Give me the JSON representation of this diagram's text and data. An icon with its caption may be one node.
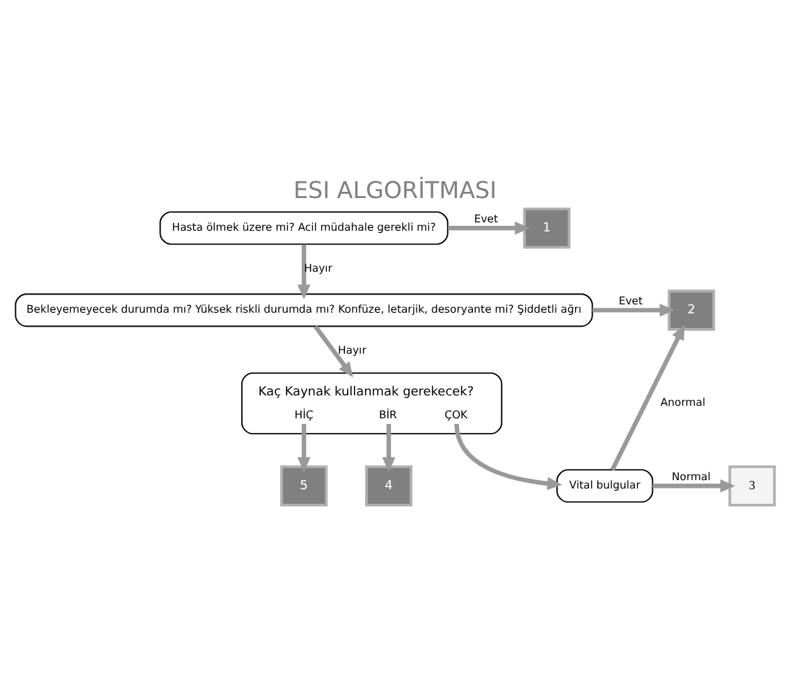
{
  "diagram": {
    "title": "ESI ALGORİTMASI",
    "nodes": [
      {
        "text": [
          "Hasta ölmek üzere mi? Acil müdahale gerekli mi?"
        ]
      },
      {
        "text": [
          "1"
        ]
      },
      {
        "text": [
          "Bekleyemeyecek durumda mı? Yüksek riskli durumda mı? Konfüze, letarjik, desoryante mi? Şiddetli ağrı"
        ]
      },
      {
        "text": [
          "2"
        ]
      },
      {
        "text": [
          "Kaç Kaynak kullanmak gerekecek?",
          "HİÇ",
          "BİR",
          "ÇOK"
        ]
      },
      {
        "text": [
          "5"
        ]
      },
      {
        "text": [
          "4"
        ]
      },
      {
        "text": [
          "Vital bulgular"
        ]
      },
      {
        "text": [
          "3"
        ]
      }
    ],
    "edges": [
      {
        "from": 0,
        "to": 1,
        "arrow": "to",
        "label": "Evet"
      },
      {
        "from": 0,
        "to": 2,
        "arrow": "to",
        "label": "Hayır"
      },
      {
        "from": 2,
        "to": 3,
        "arrow": "to",
        "label": "Evet"
      },
      {
        "from": 2,
        "to": 4,
        "arrow": "to",
        "label": "Hayır"
      },
      {
        "from": 4,
        "to": 5,
        "arrow": "to"
      },
      {
        "from": 4,
        "to": 6,
        "arrow": "to"
      },
      {
        "from": 4,
        "to": 7,
        "arrow": "to"
      },
      {
        "from": 7,
        "to": 3,
        "arrow": "to",
        "label": "Anormal"
      },
      {
        "from": 7,
        "to": 8,
        "arrow": "to",
        "label": "Normal"
      }
    ]
  }
}
